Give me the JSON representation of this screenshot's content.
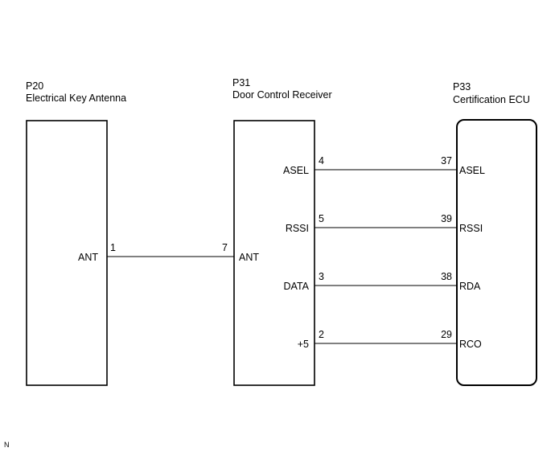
{
  "components": {
    "p20": {
      "code": "P20",
      "name": "Electrical Key Antenna"
    },
    "p31": {
      "code": "P31",
      "name": "Door Control Receiver"
    },
    "p33": {
      "code": "P33",
      "name": "Certification ECU"
    }
  },
  "p20_terminals": [
    {
      "name": "ANT",
      "pin": "1"
    }
  ],
  "p31_left_terminals": [
    {
      "name": "ANT",
      "pin": "7"
    }
  ],
  "p31_right_terminals": [
    {
      "name": "ASEL",
      "pin": "4"
    },
    {
      "name": "RSSI",
      "pin": "5"
    },
    {
      "name": "DATA",
      "pin": "3"
    },
    {
      "name": "+5",
      "pin": "2"
    }
  ],
  "p33_terminals": [
    {
      "name": "ASEL",
      "pin": "37"
    },
    {
      "name": "RSSI",
      "pin": "39"
    },
    {
      "name": "RDA",
      "pin": "38"
    },
    {
      "name": "RCO",
      "pin": "29"
    }
  ],
  "footer_mark": "N"
}
